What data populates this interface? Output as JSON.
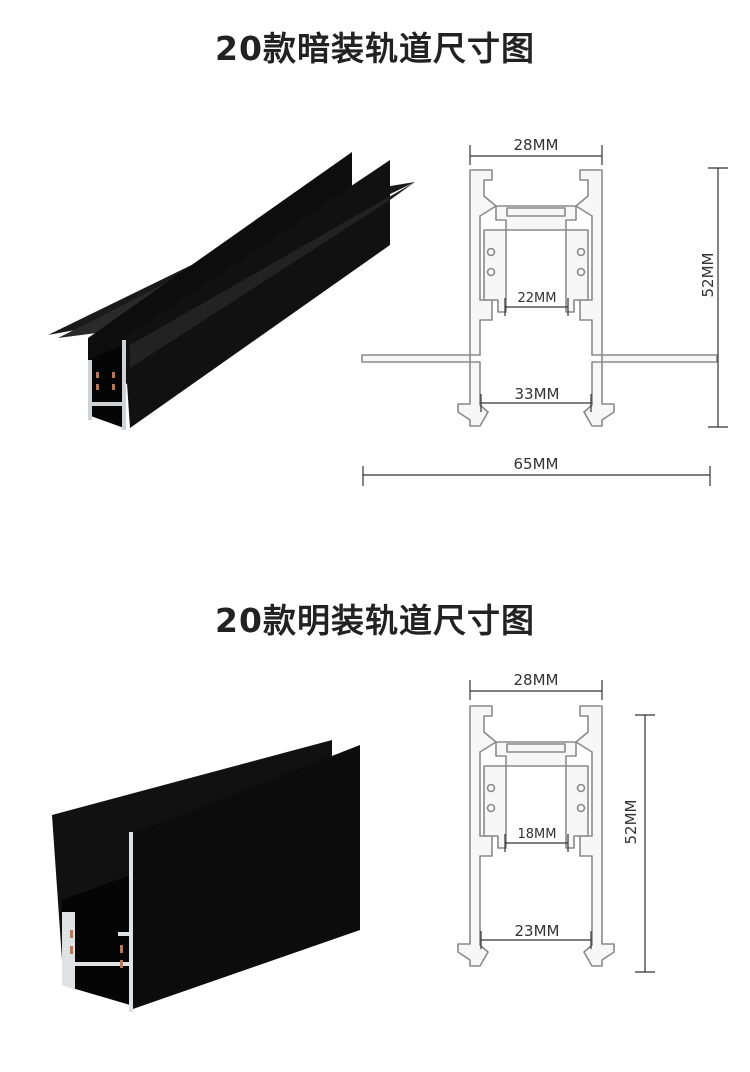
{
  "sections": [
    {
      "title": "20款暗装轨道尺寸图",
      "dimensions": {
        "top_width": "28MM",
        "height": "52MM",
        "inner_width": "22MM",
        "bottom_width": "33MM",
        "flange_width": "65MM"
      }
    },
    {
      "title": "20款明装轨道尺寸图",
      "dimensions": {
        "top_width": "28MM",
        "height": "52MM",
        "inner_width": "18MM",
        "bottom_width": "23MM"
      }
    }
  ]
}
